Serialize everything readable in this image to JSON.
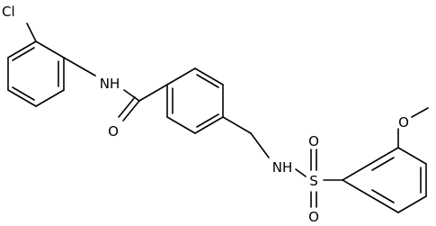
{
  "atoms": {
    "cl": "Cl",
    "nh_amide": "NH",
    "o_carbonyl": "O",
    "nh_sulfonamide": "NH",
    "s": "S",
    "o_sulfonyl_top": "O",
    "o_sulfonyl_bottom": "O",
    "o_methoxy": "O"
  },
  "colors": {
    "bond": "#000000",
    "label": "#000000",
    "background": "#ffffff"
  }
}
